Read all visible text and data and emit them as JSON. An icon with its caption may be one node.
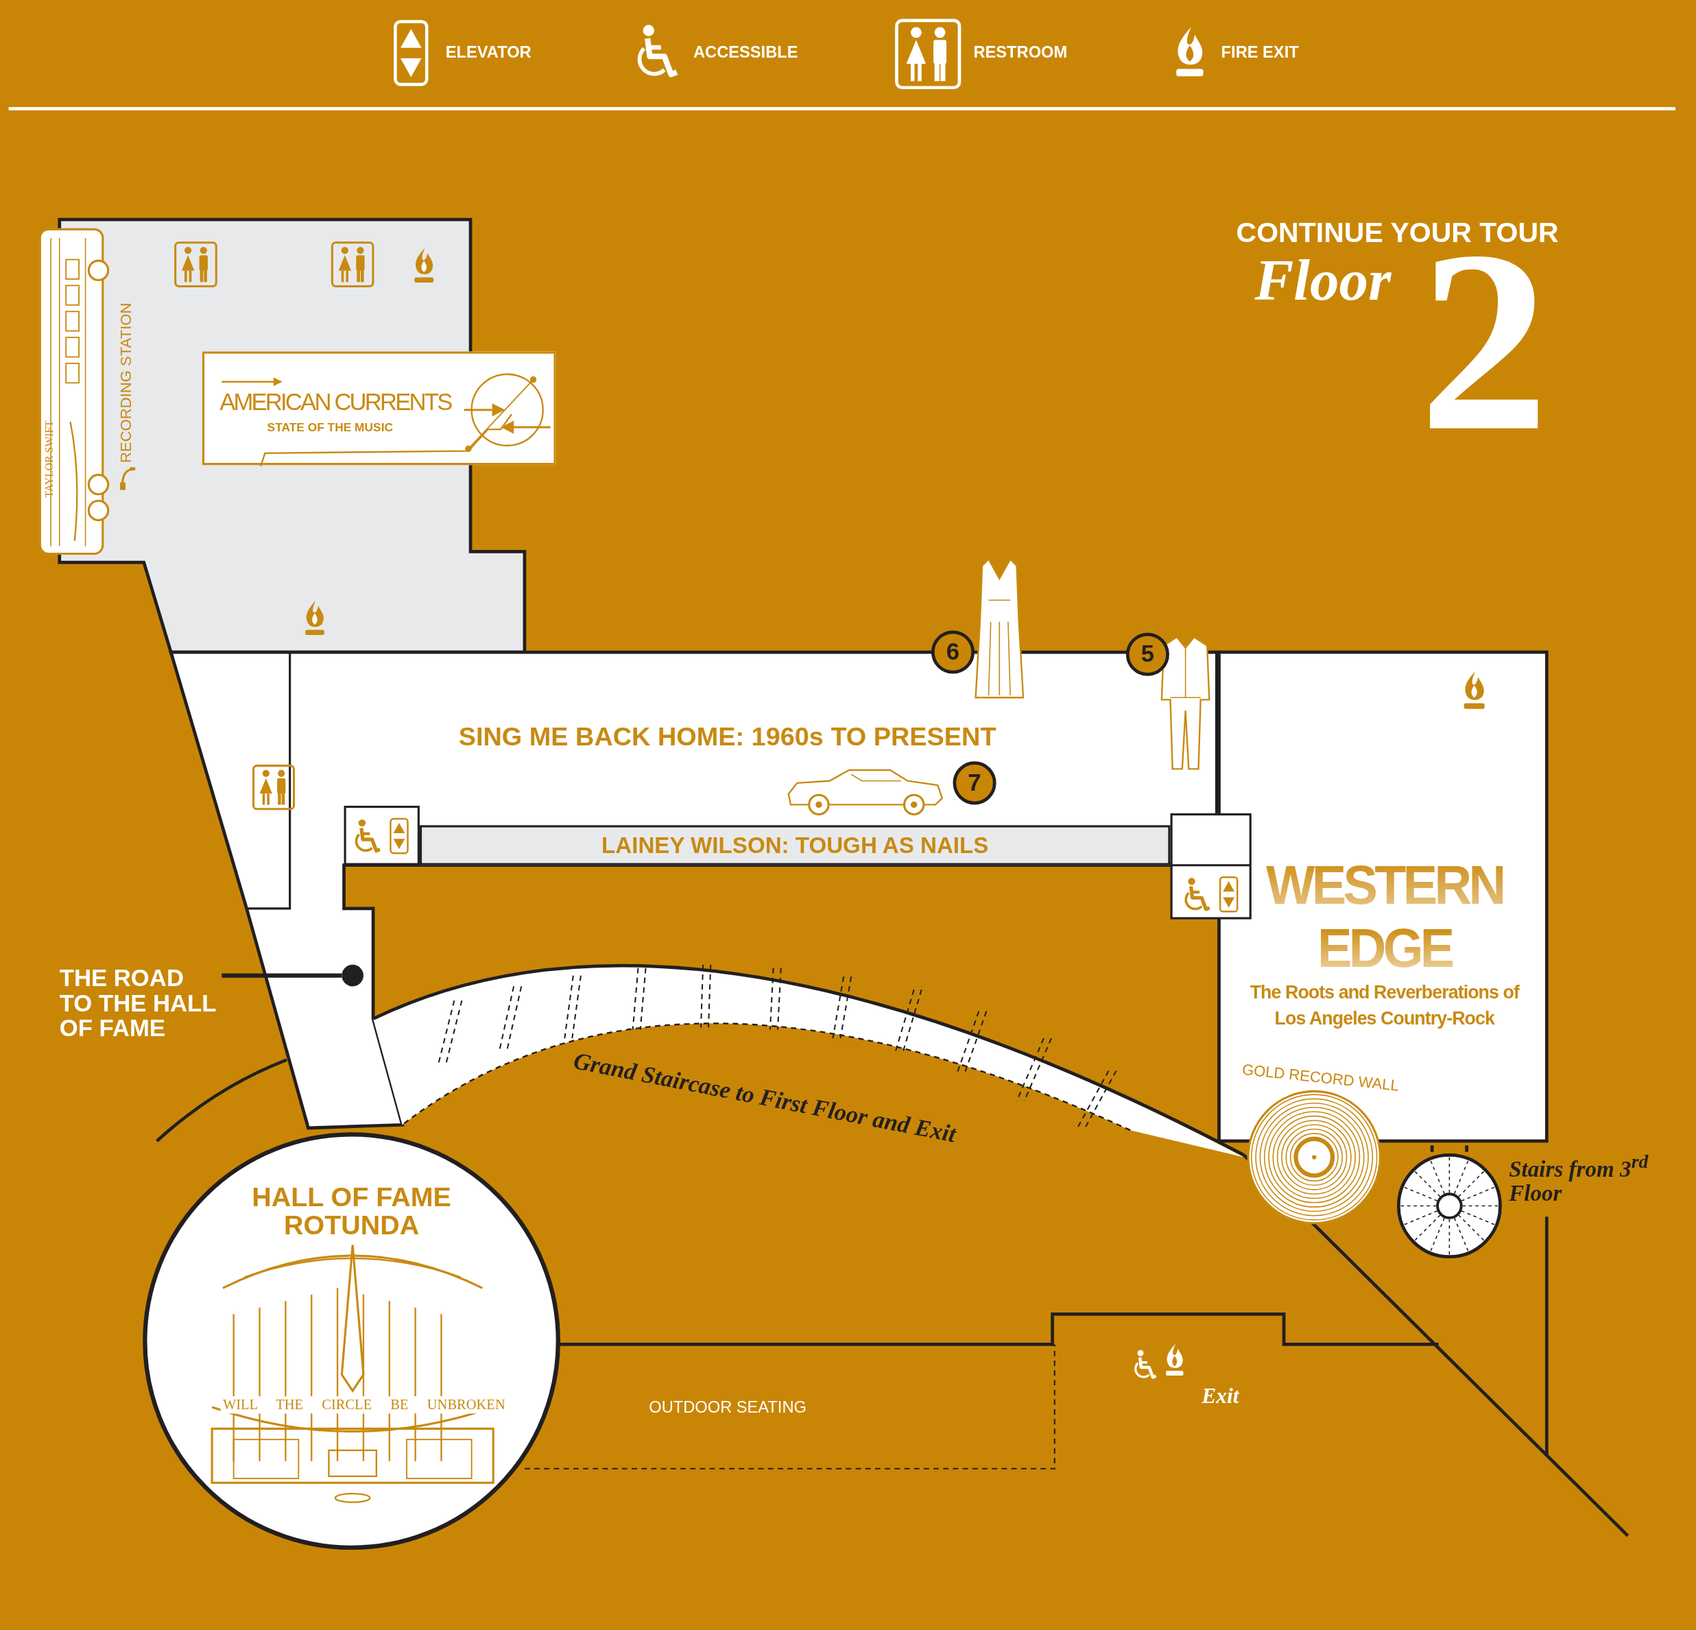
{
  "diagram": {
    "nodes": [
      {
        "text": [
          "AMERICAN CURRENTS",
          "STATE OF THE MUSIC"
        ]
      },
      {
        "text": [
          "6"
        ]
      },
      {
        "text": [
          "5"
        ]
      },
      {
        "text": [
          "SING ME BACK HOME: 1960s TO PRESENT"
        ]
      },
      {
        "text": [
          "7"
        ]
      },
      {
        "text": [
          "LAINEY WILSON: TOUGH AS NAILS"
        ]
      },
      {
        "text": [
          "WESTERN EDGE",
          "The Roots and Reverberations of Los Angeles Country-Rock"
        ]
      },
      {
        "text": [
          "THE ROAD TO THE HALL OF FAME"
        ]
      },
      {
        "text": [],
        "shape": "circle"
      },
      {
        "text": [
          "GOLD RECORD WALL"
        ]
      },
      {
        "text": [
          "HALL OF FAME ROTUNDA",
          "WILL THE CIRCLE BE UNBROKEN"
        ]
      }
    ],
    "edges": [
      {
        "from": 7,
        "to": 8,
        "arrow": "none"
      }
    ],
    "labels": [
      "CONTINUE YOUR TOUR",
      "Floor",
      "2",
      "RECORDING STATION",
      "TAYLOR SWIFT",
      "Grand Staircase to First Floor and Exit",
      "Stairs from 3$^{rd}$ Floor",
      "OUTDOOR SEATING",
      "Exit"
    ],
    "legend": [
      {
        "text": "ELEVATOR"
      },
      {
        "text": "ACCESSIBLE"
      },
      {
        "text": "RESTROOM"
      },
      {
        "text": "FIRE EXIT"
      }
    ]
  }
}
